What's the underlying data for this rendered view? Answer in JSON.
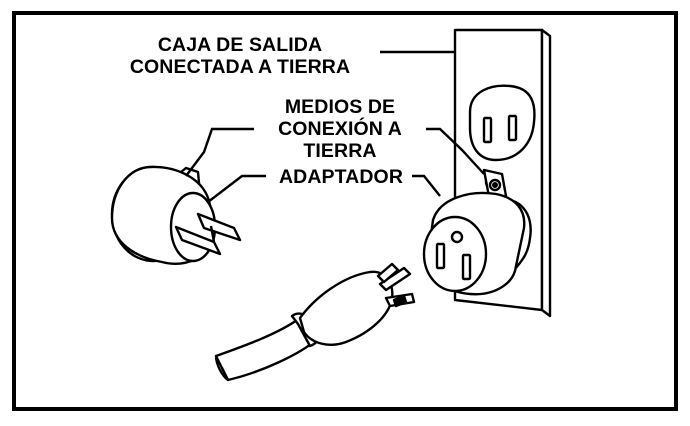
{
  "labels": {
    "outlet_box_line1": "CAJA DE SALIDA",
    "outlet_box_line2": "CONECTADA A TIERRA",
    "grounding_line1": "MEDIOS DE",
    "grounding_line2": "CONEXIÓN A",
    "grounding_line3": "TIERRA",
    "adapter": "ADAPTADOR"
  },
  "colors": {
    "ink": "#000000",
    "background": "#ffffff"
  },
  "icons": [
    "wall-outlet-icon",
    "grounding-adapter-icon",
    "three-prong-plug-icon"
  ]
}
